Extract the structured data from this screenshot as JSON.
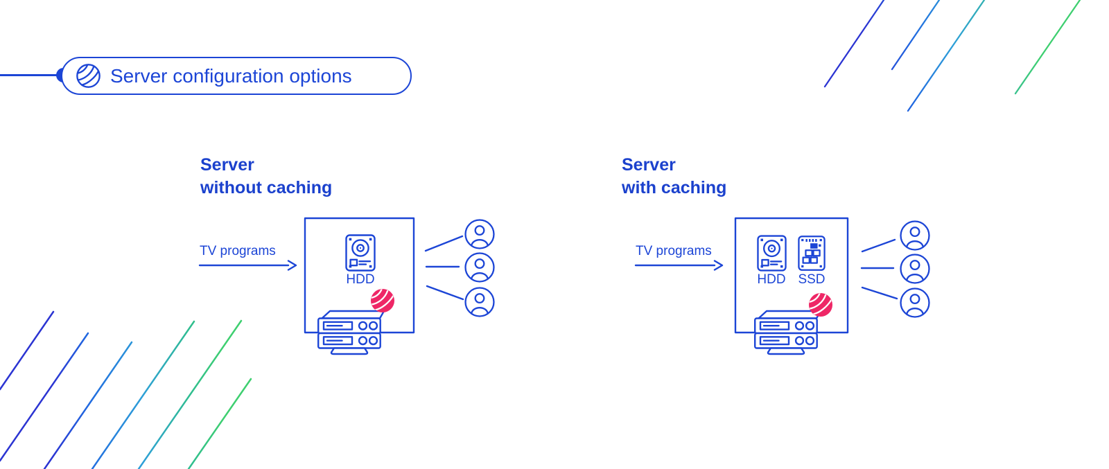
{
  "header": {
    "title": "Server configuration options",
    "icon": "yarn-ball-logo-icon"
  },
  "colors": {
    "primary_blue": "#1c45d6",
    "heading_blue": "#1b41cd",
    "accent_pink": "#ee2766",
    "decor_royal_blue": "#2b34d2",
    "decor_azure": "#2068e0",
    "decor_cyan": "#2d9fd8",
    "decor_teal": "#2fbd90",
    "decor_green": "#3ecf70"
  },
  "diagrams": [
    {
      "id": "server-without-caching",
      "title_line1": "Server",
      "title_line2": "without caching",
      "input_label": "TV programs",
      "storage": [
        {
          "label": "HDD",
          "icon": "hdd-icon"
        }
      ],
      "server_icon": "server-rack-icon",
      "accent_icon": "yarn-ball-icon",
      "client_icon": "user-icon",
      "clients_count": 3
    },
    {
      "id": "server-with-caching",
      "title_line1": "Server",
      "title_line2": "with caching",
      "input_label": "TV programs",
      "storage": [
        {
          "label": "HDD",
          "icon": "hdd-icon"
        },
        {
          "label": "SSD",
          "icon": "ssd-icon"
        }
      ],
      "server_icon": "server-rack-icon",
      "accent_icon": "yarn-ball-icon",
      "client_icon": "user-icon",
      "clients_count": 3
    }
  ]
}
